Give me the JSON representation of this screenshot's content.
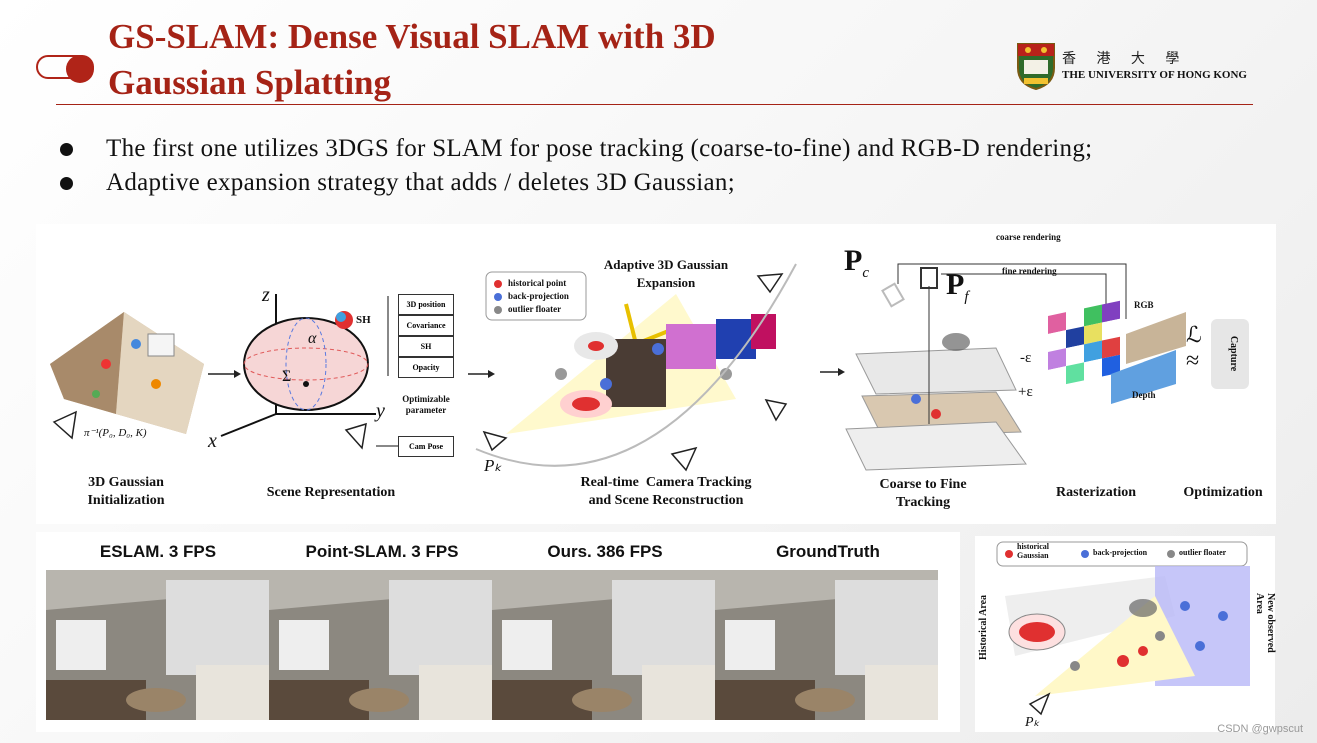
{
  "slide": {
    "title": "GS-SLAM: Dense Visual SLAM with 3D Gaussian Splatting",
    "logo": {
      "cn": "香 港 大 學",
      "en": "THE UNIVERSITY OF HONG KONG"
    },
    "bullets": [
      "The first one utilizes 3DGS for SLAM for pose tracking (coarse-to-fine) and RGB-D rendering;",
      "Adaptive expansion strategy that adds / deletes 3D Gaussian;"
    ]
  },
  "pipeline": {
    "stages": {
      "init": "3D Gaussian\nInitialization",
      "scene": "Scene Representation",
      "tracking": "Real-time  Camera Tracking\nand Scene Reconstruction",
      "coarse": "Coarse to Fine\nTracking",
      "raster": "Rasterization",
      "opt": "Optimization"
    },
    "params": [
      "3D position",
      "Covariance",
      "SH",
      "Opacity"
    ],
    "optimizable_label": "Optimizable\nparameter",
    "cam_pose": "Cam Pose",
    "sh_label": "SH",
    "legend": [
      "historical point",
      "back-projection",
      "outlier floater"
    ],
    "expansion_label": "Adaptive 3D Gaussian\nExpansion",
    "coarse_rendering": "coarse rendering",
    "fine_rendering": "fine rendering",
    "rgb": "RGB",
    "depth": "Depth",
    "capture": "Capture",
    "math": {
      "pinv": "π⁻¹(P₀, D₀, K)",
      "pk": "Pₖ",
      "pc": "P",
      "pc_sub": "c",
      "pf": "P",
      "pf_sub": "f",
      "eps_minus": "-ε",
      "eps_plus": "+ε",
      "loss": "ℒ",
      "approx": "≈",
      "z": "z",
      "y": "y",
      "x": "x",
      "alpha": "α",
      "sigma": "Σ"
    }
  },
  "comparison": {
    "panels": [
      "ESLAM. 3 FPS",
      "Point-SLAM. 3 FPS",
      "Ours. 386 FPS",
      "GroundTruth"
    ]
  },
  "expansion_detail": {
    "legend": [
      "historical\nGaussian",
      "back-projection",
      "outlier floater"
    ],
    "left_label": "Historical Area",
    "right_label": "New observed Area",
    "pk": "Pₖ"
  },
  "watermark": "CSDN @gwpscut",
  "colors": {
    "accent": "#a52316",
    "historical": "#e02020",
    "backproj": "#4a6fd8",
    "outlier": "#888888"
  }
}
